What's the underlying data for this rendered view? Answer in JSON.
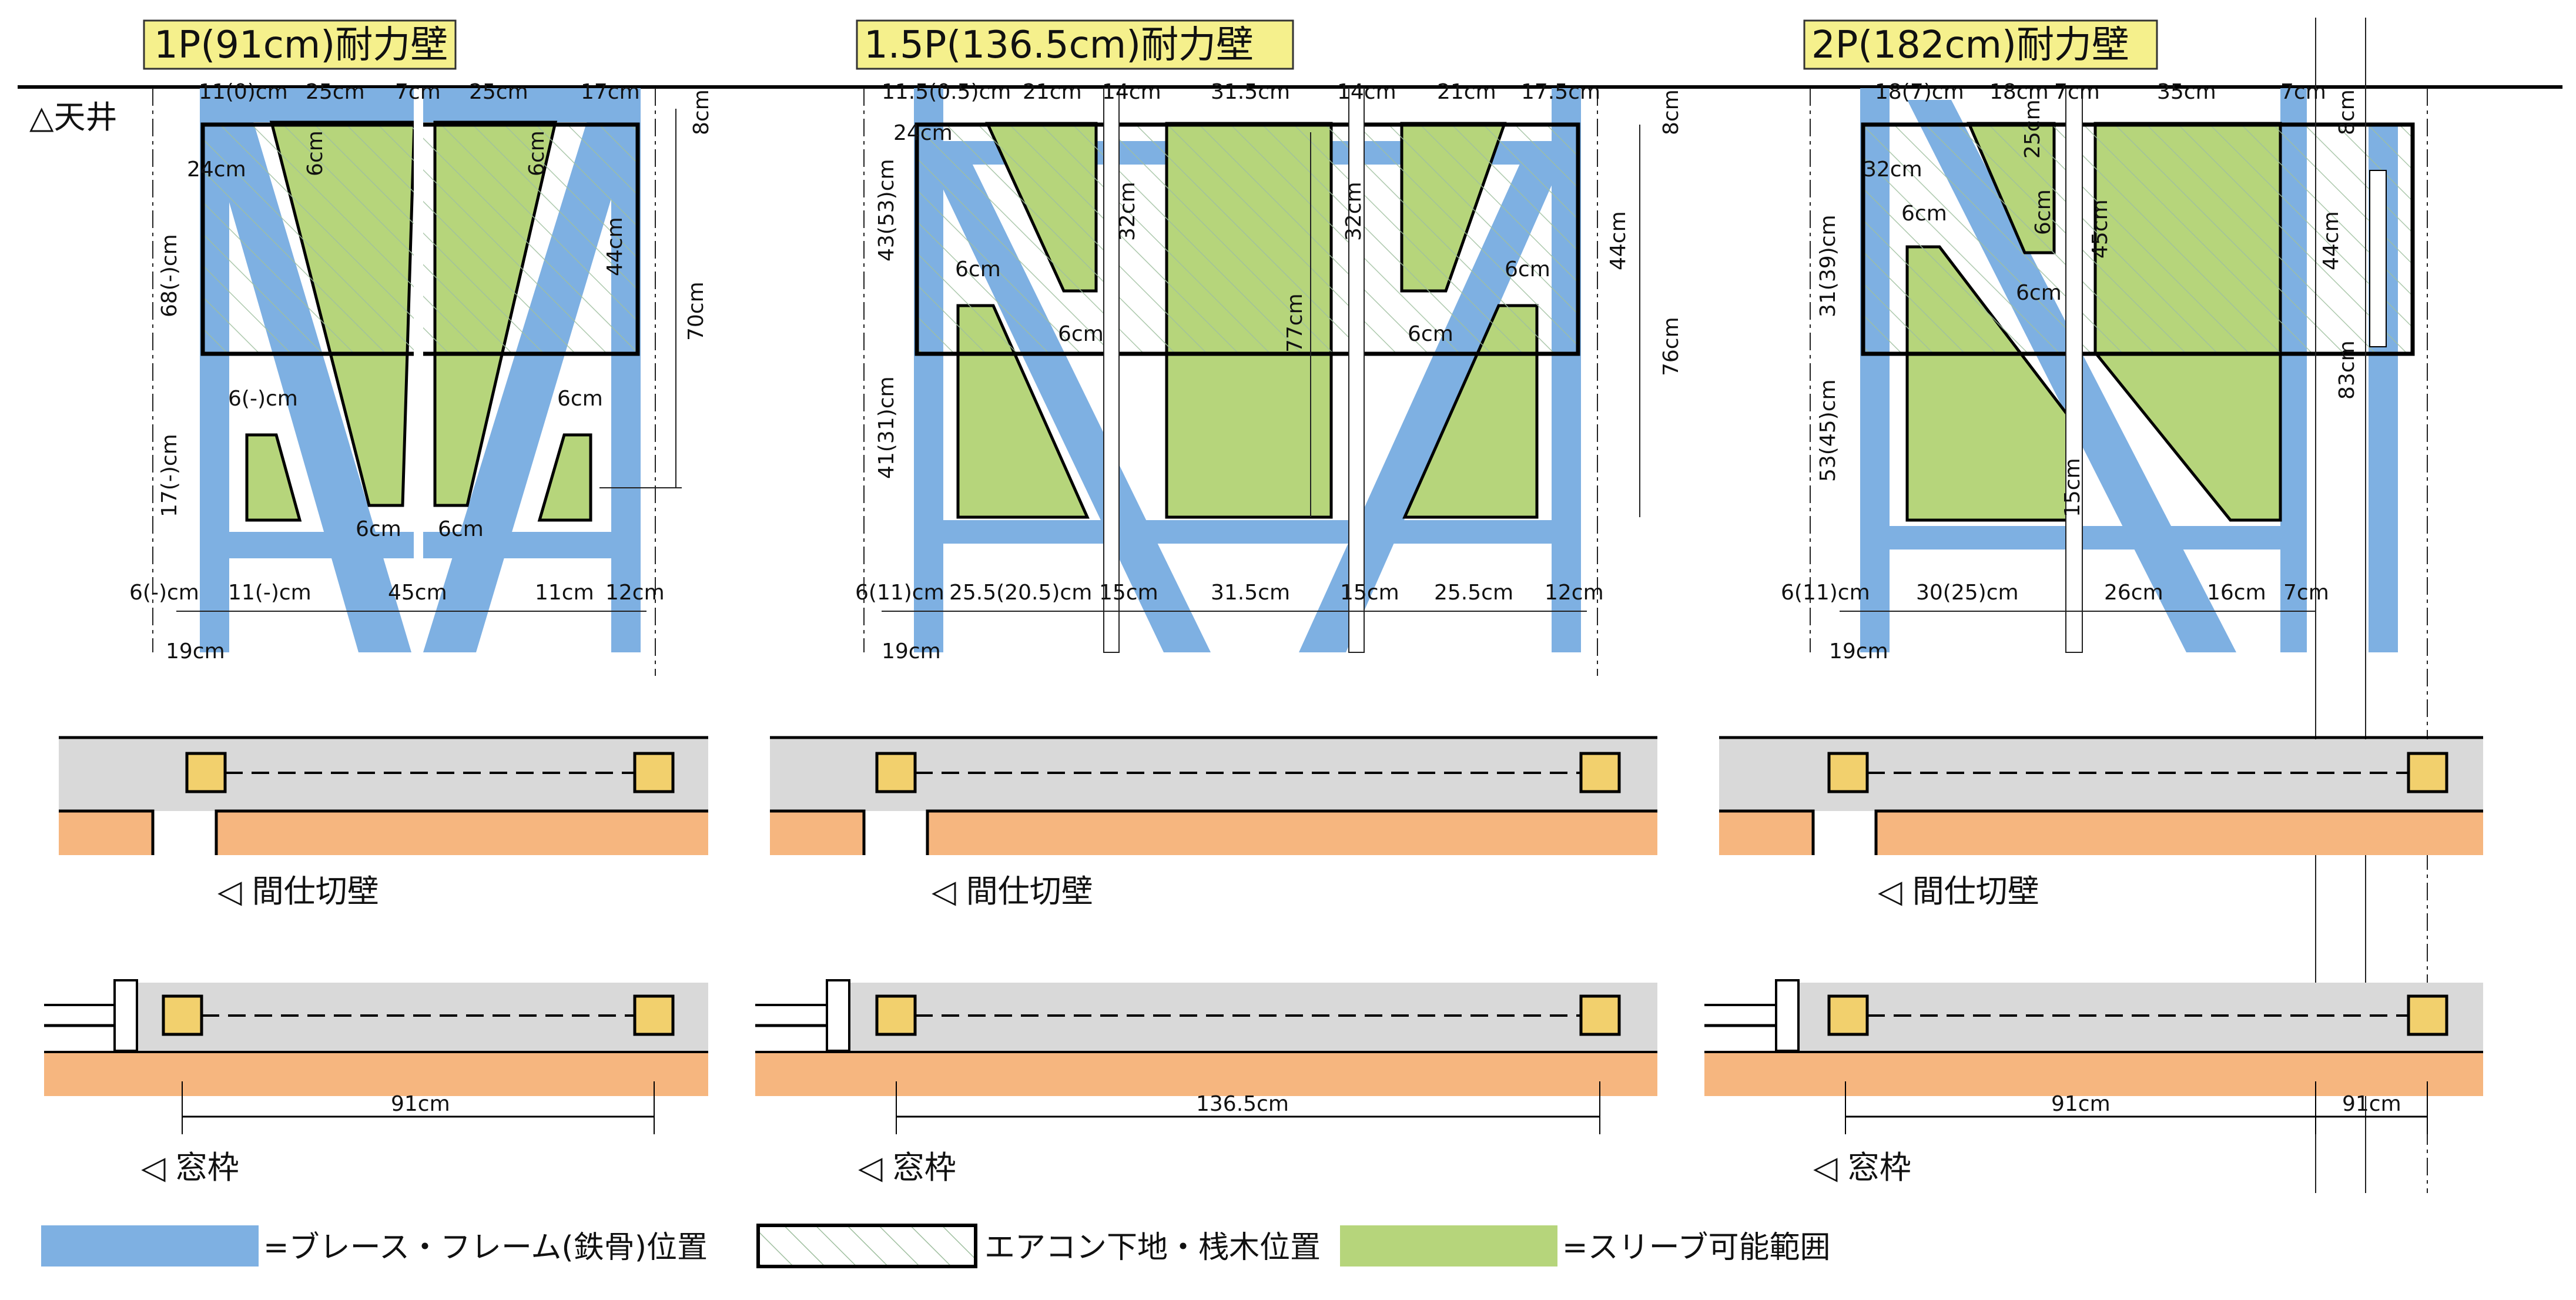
{
  "colors": {
    "steel": "#7eb0e2",
    "sleeve": "#b6d57b",
    "title_bg": "#f5f08c",
    "floor_gray": "#d9d9d9",
    "floor_orange": "#f6b67f",
    "post": "#f2d06d"
  },
  "ceiling_label": "△天井",
  "panels": [
    {
      "title": "1P(91cm)耐力壁",
      "top_dims": [
        "11(0)cm",
        "25cm",
        "7cm",
        "25cm",
        "17cm"
      ],
      "side_left": [
        "24cm",
        "68(-)cm",
        "17(-)cm"
      ],
      "side_right": [
        "8cm",
        "44cm",
        "70cm"
      ],
      "inner": [
        "6cm",
        "6cm",
        "6(-)cm",
        "6cm",
        "6cm",
        "6cm"
      ],
      "bottom_dims": [
        "6(-)cm",
        "11(-)cm",
        "45cm",
        "11cm",
        "12cm"
      ],
      "bottom_sub": "19cm"
    },
    {
      "title": "1.5P(136.5cm)耐力壁",
      "top_dims": [
        "11.5(0.5)cm",
        "21cm",
        "14cm",
        "31.5cm",
        "14cm",
        "21cm",
        "17.5cm"
      ],
      "side_left": [
        "24cm",
        "43(53)cm",
        "41(31)cm"
      ],
      "side_right": [
        "8cm",
        "44cm",
        "76cm"
      ],
      "inner": [
        "32cm",
        "6cm",
        "6cm",
        "77cm",
        "32cm",
        "6cm",
        "6cm"
      ],
      "bottom_dims": [
        "6(11)cm",
        "25.5(20.5)cm",
        "15cm",
        "31.5cm",
        "15cm",
        "25.5cm",
        "12cm"
      ],
      "bottom_sub": "19cm"
    },
    {
      "title": "2P(182cm)耐力壁",
      "top_dims": [
        "18(7)cm",
        "18cm",
        "7cm",
        "35cm",
        "7cm"
      ],
      "side_left": [
        "32cm",
        "31(39)cm",
        "53(45)cm"
      ],
      "side_right": [
        "8cm",
        "44cm",
        "83cm"
      ],
      "inner": [
        "6cm",
        "25cm",
        "6cm",
        "6cm",
        "45cm",
        "15cm"
      ],
      "bottom_dims": [
        "6(11)cm",
        "30(25)cm",
        "26cm",
        "16cm",
        "7cm"
      ],
      "bottom_sub": "19cm"
    }
  ],
  "section_labels": {
    "partition": "◁ 間仕切壁",
    "window": "◁ 窓枠"
  },
  "width_dims": [
    "91cm",
    "136.5cm",
    "91cm",
    "91cm"
  ],
  "legend": [
    {
      "label": "=ブレース・フレーム(鉄骨)位置",
      "swatch": "steel"
    },
    {
      "label": "エアコン下地・桟木位置",
      "swatch": "hatch"
    },
    {
      "label": "=スリーブ可能範囲",
      "swatch": "sleeve"
    }
  ]
}
